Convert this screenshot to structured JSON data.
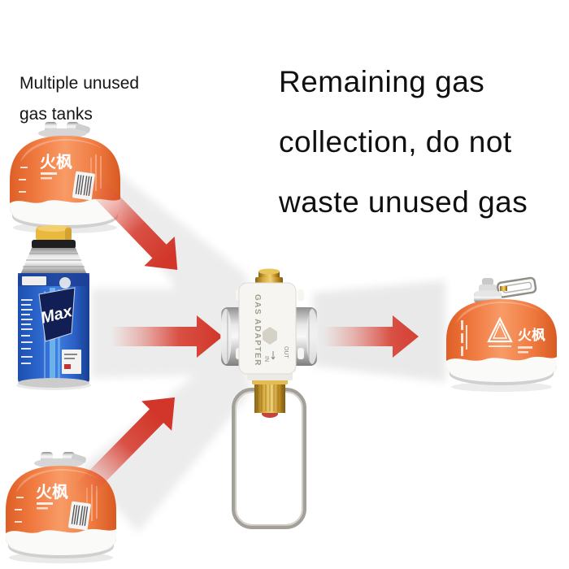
{
  "heading": {
    "lines": [
      "Remaining gas",
      "collection, do not",
      "waste unused gas"
    ]
  },
  "left_label": {
    "lines": [
      "Multiple unused",
      "gas tanks"
    ]
  },
  "adapter": {
    "label": "GAS ADAPTER",
    "port_out": "OUT",
    "port_in": "IN"
  },
  "tanks": {
    "top_left": {
      "brand": "火枫"
    },
    "middle_left": {
      "brand": "Max"
    },
    "bottom_left": {
      "brand": "火枫"
    },
    "right": {
      "brand": "火枫"
    }
  },
  "colors": {
    "arrow_red": "#d2362a",
    "beam_gray": "#eaeaea",
    "tank_orange": "#f0793f",
    "tank_blue": "#2b62c6",
    "brass_gold": "#d9ad3f",
    "heading_text": "#101010"
  }
}
